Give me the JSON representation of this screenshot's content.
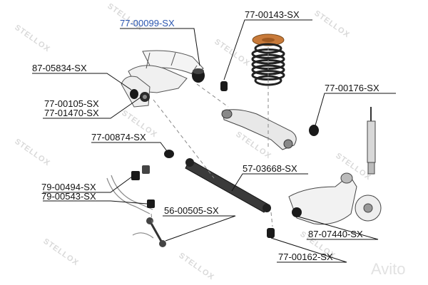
{
  "watermark_text": "STELLOX",
  "corner_mark": "Avito",
  "labels": [
    {
      "id": "77-00099-SX",
      "text": "77-00099-SX",
      "highlight": true
    },
    {
      "id": "77-00143-SX",
      "text": "77-00143-SX",
      "highlight": false
    },
    {
      "id": "87-05834-SX",
      "text": "87-05834-SX",
      "highlight": false
    },
    {
      "id": "77-00176-SX",
      "text": "77-00176-SX",
      "highlight": false
    },
    {
      "id": "77-00105-SX",
      "text": "77-00105-SX",
      "highlight": false
    },
    {
      "id": "77-01470-SX",
      "text": "77-01470-SX",
      "highlight": false
    },
    {
      "id": "77-00874-SX",
      "text": "77-00874-SX",
      "highlight": false
    },
    {
      "id": "57-03668-SX",
      "text": "57-03668-SX",
      "highlight": false
    },
    {
      "id": "79-00494-SX",
      "text": "79-00494-SX",
      "highlight": false
    },
    {
      "id": "79-00543-SX",
      "text": "79-00543-SX",
      "highlight": false
    },
    {
      "id": "56-00505-SX",
      "text": "56-00505-SX",
      "highlight": false
    },
    {
      "id": "87-07440-SX",
      "text": "87-07440-SX",
      "highlight": false
    },
    {
      "id": "77-00162-SX",
      "text": "77-00162-SX",
      "highlight": false
    }
  ],
  "colors": {
    "highlight_label": "#2a56b0",
    "spring_seat": "#c87a3a",
    "parts": "#1a1a1a"
  }
}
